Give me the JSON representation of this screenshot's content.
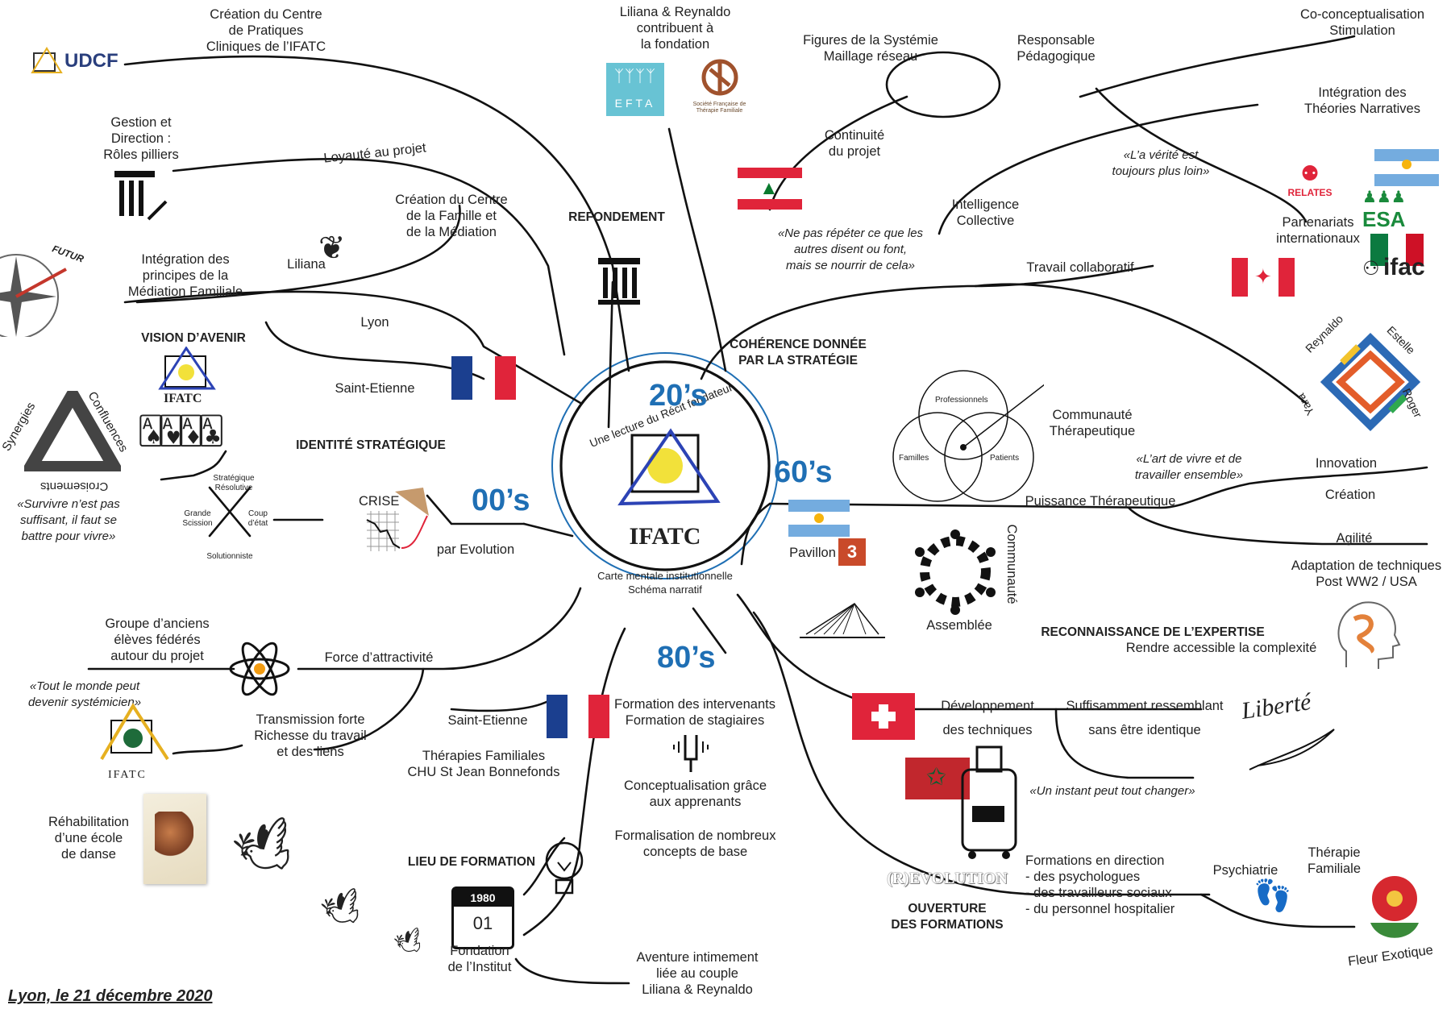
{
  "center": {
    "arc_text": "Une lecture du Récit fondateur",
    "logo": "IFATC",
    "subtitle1": "Carte mentale institutionnelle",
    "subtitle2": "Schéma narratif"
  },
  "eras": {
    "e00": "00’s",
    "e20": "20’s",
    "e60": "60’s",
    "e80": "80’s"
  },
  "headings": {
    "refondement": "REFONDEMENT",
    "coherence": "COHÉRENCE DONNÉE\nPAR LA STRATÉGIE",
    "vision": "VISION D’AVENIR",
    "identite": "IDENTITÉ STRATÉGIQUE",
    "reconnaissance": "RECONNAISSANCE DE L’EXPERTISE",
    "lieu": "LIEU DE FORMATION",
    "ouverture": "OUVERTURE\nDES FORMATIONS"
  },
  "labels": {
    "creation_cpc": "Création du Centre\nde Pratiques\nCliniques de l’IFATC",
    "udcf": "UDCF",
    "gestion": "Gestion et\nDirection :\nRôles pilliers",
    "loyaute": "Loyauté au projet",
    "creation_cfm": "Création du Centre\nde la Famille et\nde la Médiation",
    "liliana": "Liliana",
    "integration_med": "Intégration des\nprincipes de la\nMédiation Familiale",
    "futur": "FUTUR",
    "lyon": "Lyon",
    "saint_etienne_top": "Saint-Etienne",
    "liliana_reynaldo": "Liliana & Reynaldo\ncontribuent à\nla fondation",
    "efta": "EFTA",
    "sftf": "Société Française de\nThérapie Familiale",
    "figures": "Figures de la Systémie\nMaillage réseau",
    "responsable": "Responsable\nPédagogique",
    "continuite": "Continuité\ndu projet",
    "quote_nepas": "«Ne pas répéter ce que les\nautres disent ou font,\nmais se nourrir de cela»",
    "coconcept": "Co-conceptualisation\nStimulation",
    "integration_narr": "Intégration des\nThéories Narratives",
    "quote_verite": "«L’a vérité est\ntoujours plus loin»",
    "intelligence": "Intelligence\nCollective",
    "partenariats": "Partenariats\ninternationaux",
    "relates": "RELATES",
    "esa": "ESA",
    "ifac": "ifac",
    "travail": "Travail collaboratif",
    "reynaldo": "Reynaldo",
    "estelle": "Estelle",
    "yara": "Yara",
    "roger": "Roger",
    "professionnels": "Professionnels",
    "familles": "Familles",
    "patients": "Patients",
    "communaute_ther": "Communauté\nThérapeutique",
    "quote_art": "«L’art de vivre et de\ntravailler ensemble»",
    "innovation": "Innovation",
    "creation": "Création",
    "puissance": "Puissance Thérapeutique",
    "agilite": "Agilité",
    "adaptation": "Adaptation de techniques\nPost WW2 / USA",
    "pavillon": "Pavillon",
    "pavillon_num": "3",
    "communaute": "Communauté",
    "assemblee": "Assemblée",
    "rendre": "Rendre accessible la complexité",
    "developpement": "Développement",
    "des_techniques": "des techniques",
    "suffisamment": "Suffisamment ressemblant",
    "sans_etre": "sans être identique",
    "liberte": "Liberté",
    "quote_instant": "«Un instant peut tout changer»",
    "revolution": "(R)EVOLUTION",
    "formations_direction": "Formations en direction\n- des psychologues\n- des travailleurs sociaux\n- du personnel hospitalier",
    "psychiatrie": "Psychiatrie",
    "therapie_fam": "Thérapie\nFamiliale",
    "fleur": "Fleur Exotique",
    "synergies": "Synergies",
    "confluences": "Confluences",
    "croisements": "Croisements",
    "strategique": "Stratégique\nRésolutive",
    "grande": "Grande\nScission",
    "coup": "Coup\nd’état",
    "solutionniste": "Solutionniste",
    "quote_survivre": "«Survivre n’est pas\nsuffisant, il faut se\nbattre pour vivre»",
    "crise": "CRISE",
    "par_evolution": "par Evolution",
    "groupe": "Groupe d’anciens\nélèves fédérés\nautour du projet",
    "force": "Force d’attractivité",
    "quote_monde": "«Tout le monde peut\ndevenir systémicien»",
    "transmission": "Transmission forte\nRichesse du travail\net des liens",
    "ifatc_small": "IFATC",
    "rehabilitation": "Réhabilitation\nd’une école\nde danse",
    "saint_etienne_bot": "Saint-Etienne",
    "therapies_chu": "Thérapies Familiales\nCHU St Jean Bonnefonds",
    "formation_interv": "Formation des intervenants\nFormation de stagiaires",
    "conceptualisation": "Conceptualisation grâce\naux apprenants",
    "formalisation": "Formalisation de nombreux\nconcepts de base",
    "cal_year": "1980",
    "cal_day": "01",
    "fondation": "Fondation\nde l’Institut",
    "aventure": "Aventure intimement\nliée au couple\nLiliana & Reynaldo"
  },
  "footer": {
    "date": "Lyon, le 21 décembre 2020"
  },
  "colors": {
    "accent_blue": "#1f6fb4",
    "france_blue": "#1b3f8f",
    "france_red": "#e0243a",
    "lebanon_red": "#e0243a",
    "argentina_blue": "#74acdf",
    "swiss_red": "#e0243a",
    "morocco_red": "#c1272d",
    "canada_red": "#e0243a"
  }
}
